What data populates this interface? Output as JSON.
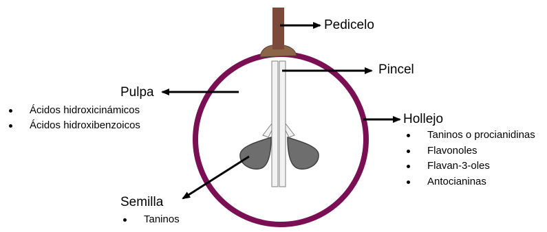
{
  "labels": {
    "pedicelo": "Pedicelo",
    "pincel": "Pincel",
    "pulpa": "Pulpa",
    "hollejo": "Hollejo",
    "semilla": "Semilla"
  },
  "pulpa_items": [
    "Ácidos hidroxicinámicos",
    "Ácidos hidroxibenzoicos"
  ],
  "hollejo_items": [
    "Taninos o procianidinas",
    "Flavonoles",
    "Flavan-3-oles",
    "Antocianinas"
  ],
  "semilla_items": [
    "Taninos"
  ],
  "colors": {
    "skin": "#7a0f53",
    "stem": "#7b4a3a",
    "stem_base": "#8c6448",
    "seed": "#6e6e6e",
    "seed_outline": "#404040",
    "brush": "#f2f2f2",
    "arrow": "#000000"
  }
}
